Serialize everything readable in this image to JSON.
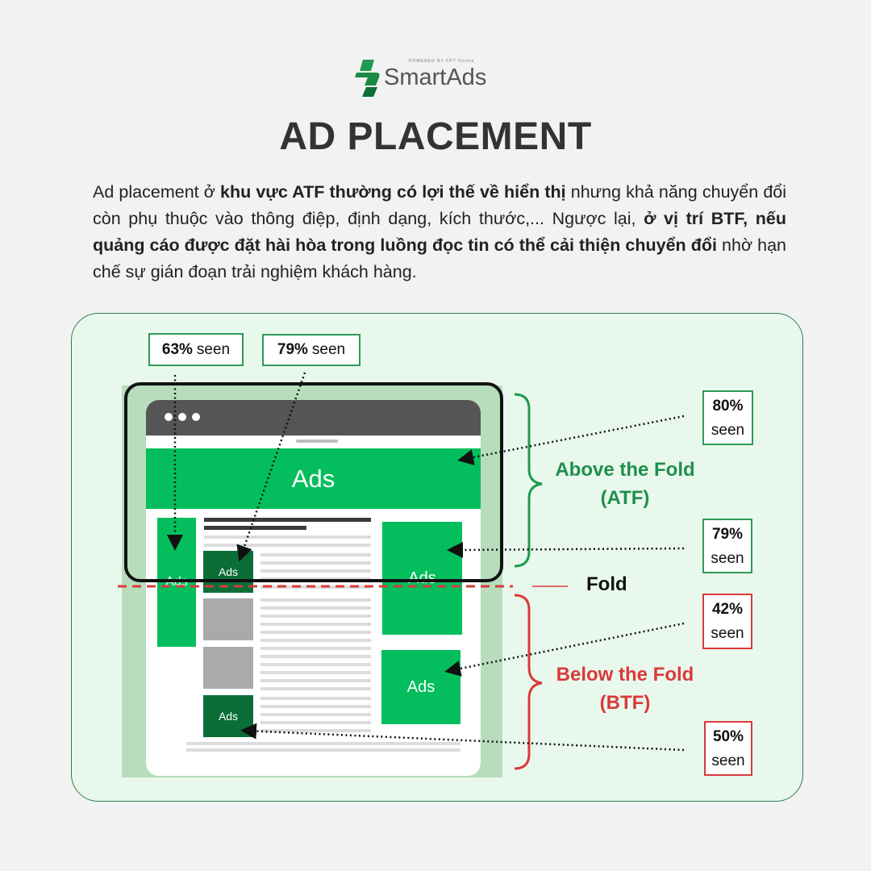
{
  "header": {
    "powered_by": "POWERED BY FPT Online",
    "brand": "SmartAds",
    "title": "AD PLACEMENT"
  },
  "intro": {
    "p1": "Ad placement ở ",
    "b1": "khu vực ATF thường có lợi thế về hiển thị",
    "p2": " nhưng khả năng chuyển đổi còn phụ thuộc vào thông điệp, định dạng, kích thước,... Ngược lại, ",
    "b2": "ở vị trí BTF, nếu quảng cáo được đặt hài hòa trong luồng đọc tin có thể cải thiện chuyển đổi",
    "p3": " nhờ hạn chế sự gián đoạn trải nghiệm khách hàng."
  },
  "ads": {
    "banner": "Ads",
    "left_sidebar": "Ads",
    "inline_top": "Ads",
    "right_top": "Ads",
    "right_bottom": "Ads",
    "inline_bottom": "Ads"
  },
  "callouts": {
    "left_sidebar": {
      "value": "63%",
      "label": "seen"
    },
    "inline_top": {
      "value": "79%",
      "label": "seen"
    },
    "banner": {
      "value": "80%",
      "label": "seen"
    },
    "right_top": {
      "value": "79%",
      "label": "seen"
    },
    "right_bottom": {
      "value": "42%",
      "label": "seen"
    },
    "inline_bottom": {
      "value": "50%",
      "label": "seen"
    }
  },
  "zones": {
    "atf_line1": "Above the Fold",
    "atf_line2": "(ATF)",
    "btf_line1": "Below the Fold",
    "btf_line2": "(BTF)",
    "fold": "Fold"
  },
  "colors": {
    "atf": "#1f8f4c",
    "btf": "#d93a3a",
    "ad_green": "#04be5e",
    "ad_dark": "#0b6e37"
  }
}
